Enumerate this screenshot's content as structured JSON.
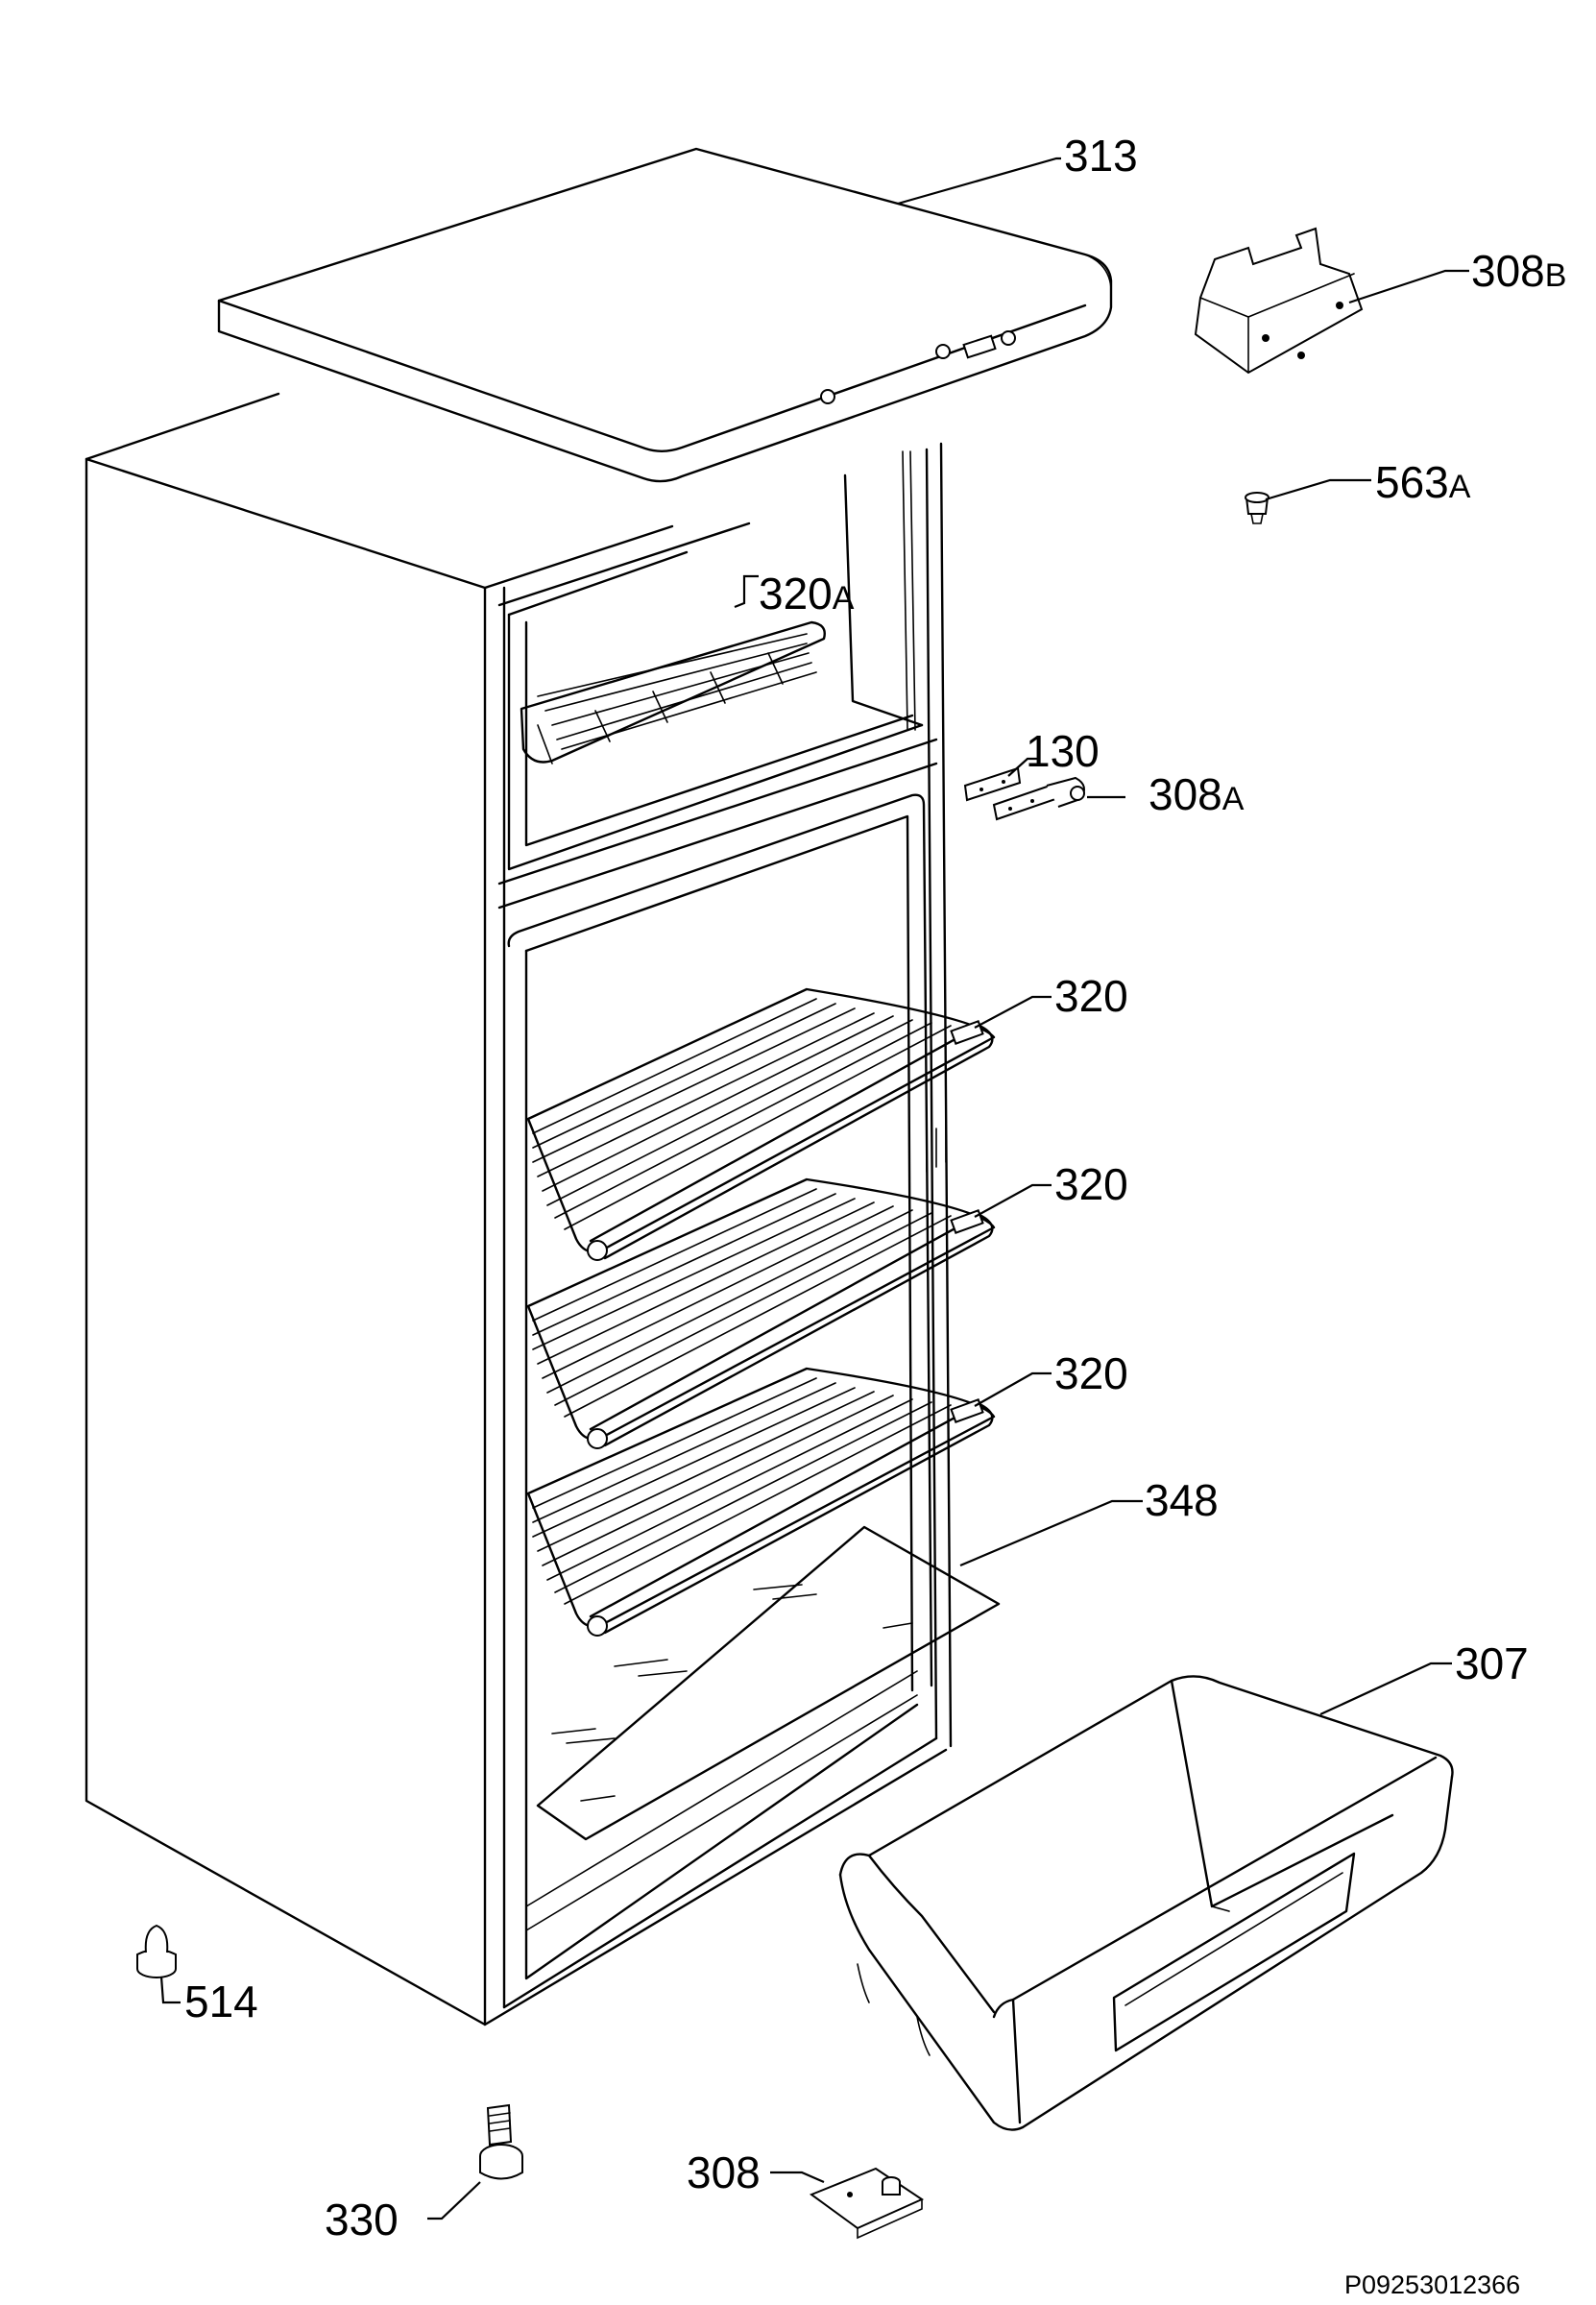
{
  "labels": {
    "p313": "313",
    "p308b": "308",
    "p308b_sfx": "B",
    "p563a": "563",
    "p563a_sfx": "A",
    "p320a": "320",
    "p320a_sfx": "A",
    "p130": "130",
    "p308a": "308",
    "p308a_sfx": "A",
    "p320_1": "320",
    "p320_2": "320",
    "p320_3": "320",
    "p348": "348",
    "p307": "307",
    "p514": "514",
    "p308": "308",
    "p330": "330"
  },
  "footer": {
    "drawing_code": "P09253012366"
  }
}
